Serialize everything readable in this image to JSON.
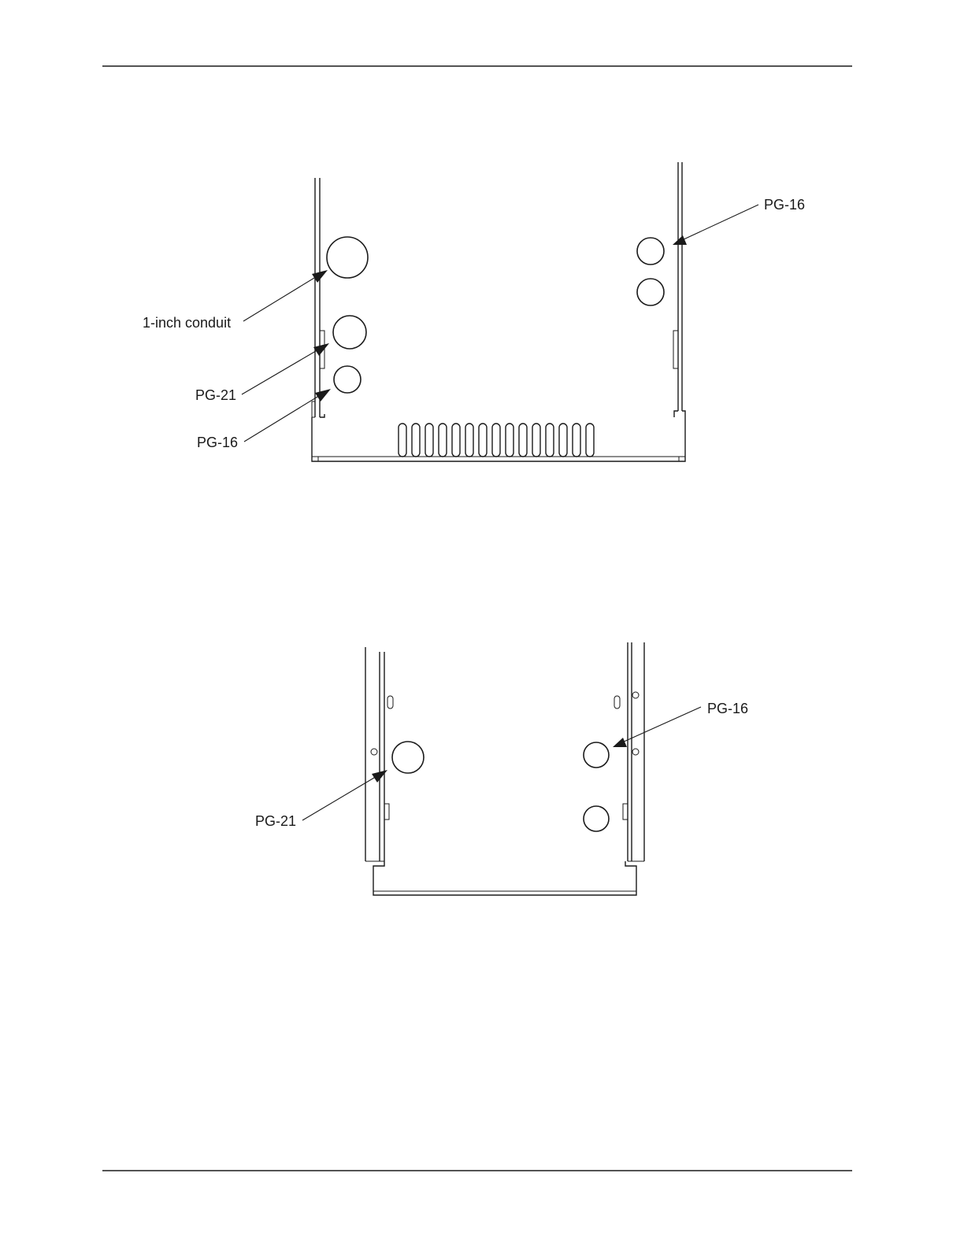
{
  "figure_top": {
    "labels": {
      "conduit": "1-inch conduit",
      "pg21": "PG-21",
      "pg16_left": "PG-16",
      "pg16_right": "PG-16"
    }
  },
  "figure_bottom": {
    "labels": {
      "pg21": "PG-21",
      "pg16": "PG-16"
    }
  },
  "colors": {
    "line": "#1a1a1a",
    "background": "#ffffff"
  }
}
